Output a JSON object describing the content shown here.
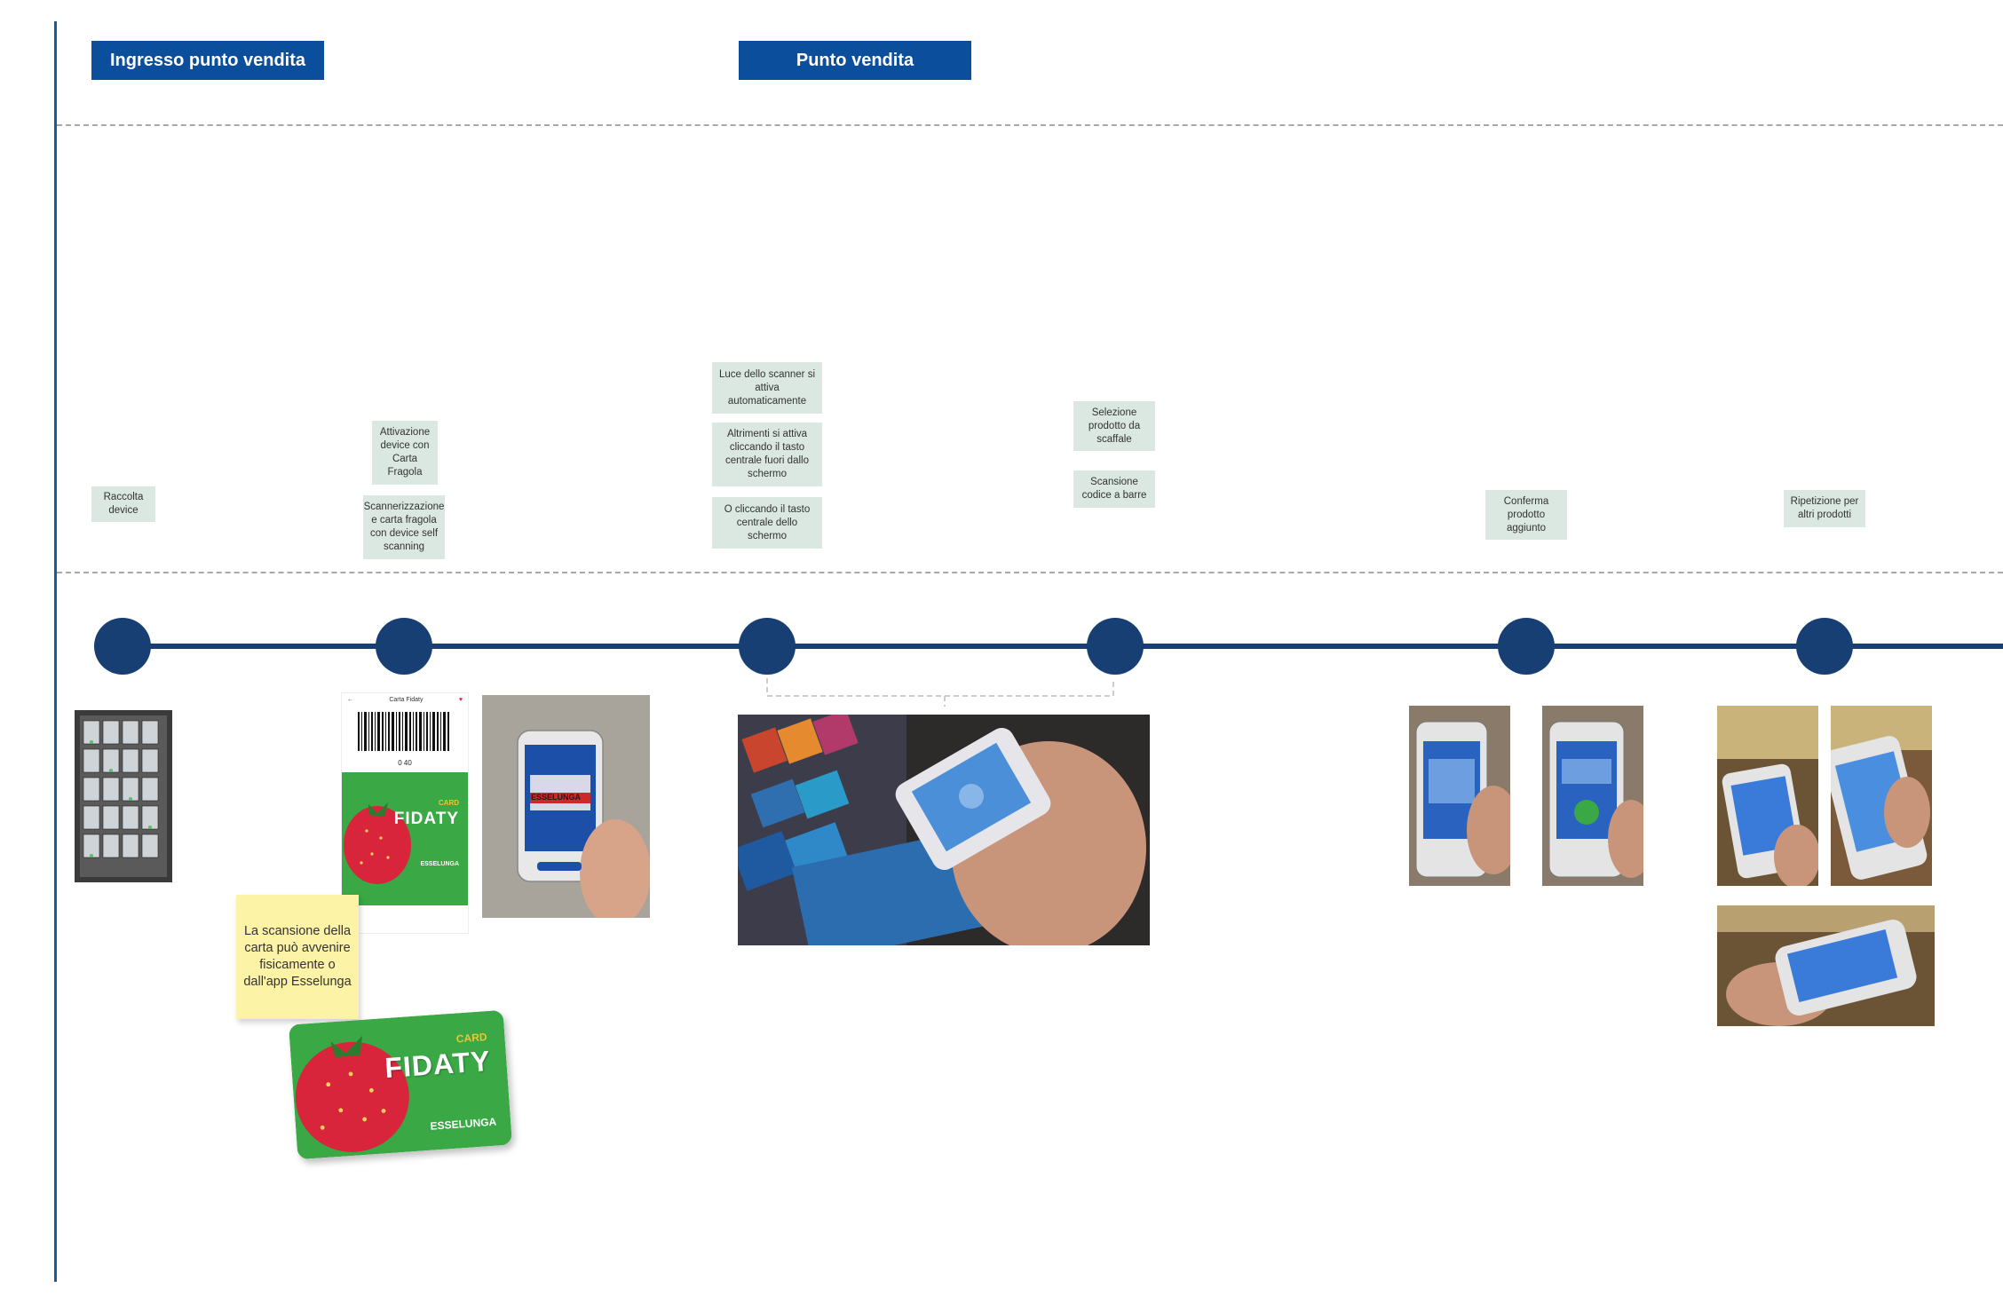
{
  "phases": [
    {
      "label": "Ingresso punto vendita"
    },
    {
      "label": "Punto vendita"
    }
  ],
  "notes": {
    "raccolta": "Raccolta device",
    "attivazione": "Attivazione device con Carta Fragola",
    "scannerizzazione": "Scannerizzazione e carta fragola con device self scanning",
    "luce": "Luce dello scanner si attiva automaticamente",
    "altrimenti": "Altrimenti si attiva cliccando il tasto centrale fuori dallo schermo",
    "cliccando": "O cliccando il tasto centrale dello schermo",
    "selezione": "Selezione prodotto da scaffale",
    "scansione": "Scansione codice a barre",
    "conferma": "Conferma prodotto aggiunto",
    "ripetizione": "Ripetizione per altri prodotti"
  },
  "sticky": "La scansione della carta può avvenire fisicamente o dall'app Esselunga",
  "app_screen": {
    "title": "Carta Fidaty",
    "barcode_number": "0 40"
  },
  "card": {
    "card_label": "CARD",
    "brand": "FIDATY",
    "issuer": "ESSELUNGA"
  },
  "device_screen": {
    "line1": "ESSELUNGA"
  },
  "colors": {
    "header": "#0b4f9c",
    "timeline": "#173f73",
    "note_bg": "#dbe7e1",
    "sticky_bg": "#fdf3a6",
    "card_green": "#3aa845",
    "card_red": "#d8253b"
  }
}
